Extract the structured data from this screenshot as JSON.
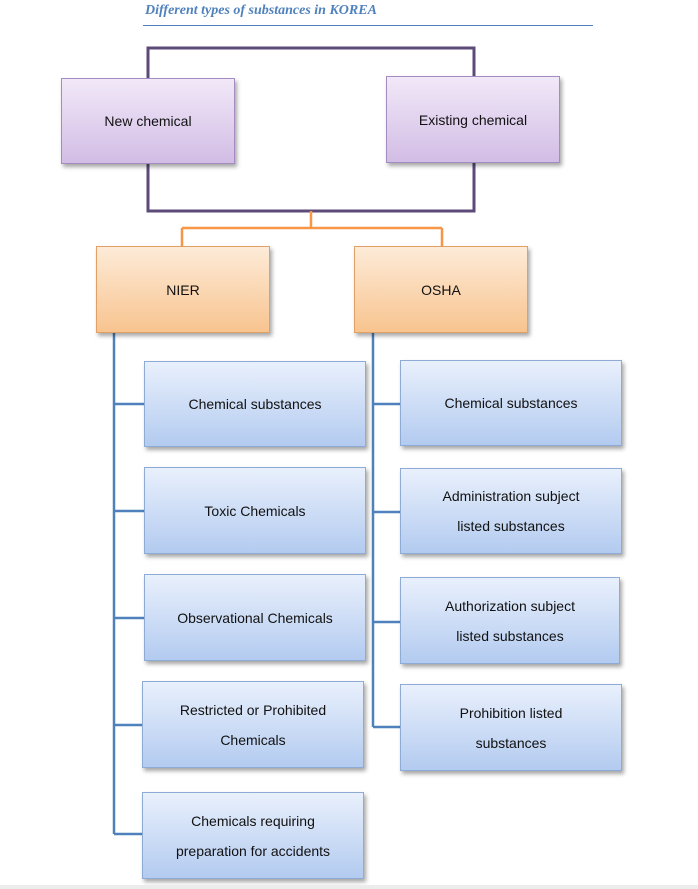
{
  "title": "Different types of substances in KOREA",
  "top_categories": [
    "New chemical",
    "Existing chemical"
  ],
  "agencies": [
    "NIER",
    "OSHA"
  ],
  "nier_items": [
    "Chemical substances",
    "Toxic Chemicals",
    "Observational Chemicals",
    "Restricted or Prohibited Chemicals",
    "Chemicals requiring preparation for accidents"
  ],
  "osha_items": [
    "Chemical substances",
    "Administration subject listed substances",
    "Authorization subject listed substances",
    "Prohibition listed substances"
  ],
  "colors": {
    "title": "#4f81bd",
    "purple_connector": "#5c4a78",
    "orange_connector": "#f79646",
    "blue_connector": "#4f81bd"
  }
}
